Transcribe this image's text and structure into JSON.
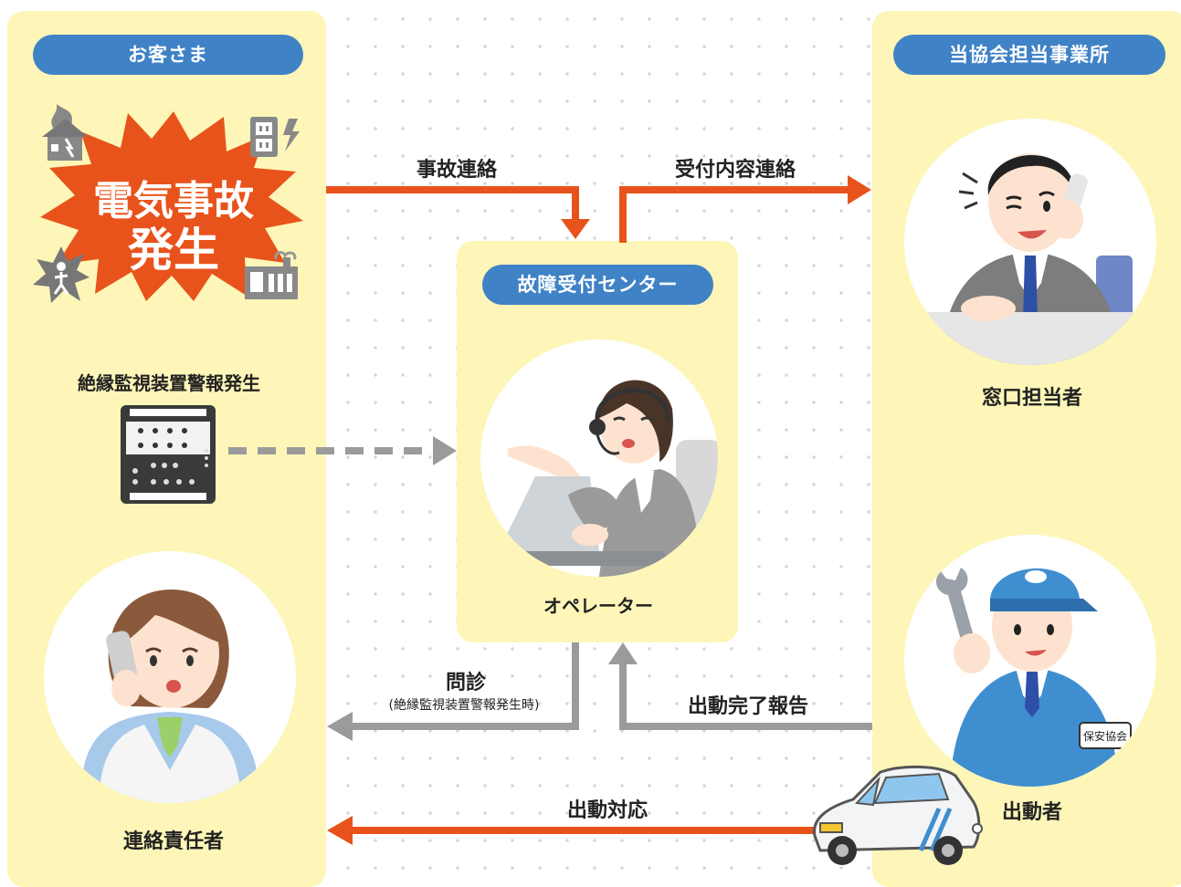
{
  "customer": {
    "header": "お客さま",
    "accident_line1": "電気事故",
    "accident_line2": "発生",
    "alarm_label": "絶縁監視装置警報発生",
    "contact_person": "連絡責任者"
  },
  "center": {
    "header": "故障受付センター",
    "operator": "オペレーター"
  },
  "office": {
    "header": "当協会担当事業所",
    "window_staff": "窓口担当者",
    "dispatcher": "出動者",
    "badge": "保安協会"
  },
  "flows": {
    "accident_contact": "事故連絡",
    "reception_contact": "受付内容連絡",
    "inquiry": "問診",
    "inquiry_note": "(絶縁監視装置警報発生時)",
    "completion_report": "出動完了報告",
    "dispatch_response": "出動対応"
  },
  "colors": {
    "panel": "#fdf6b8",
    "header_pill": "#3f82c6",
    "orange_arrow": "#e8531c",
    "gray_arrow": "#9b9b9b",
    "burst": "#e8531c"
  }
}
